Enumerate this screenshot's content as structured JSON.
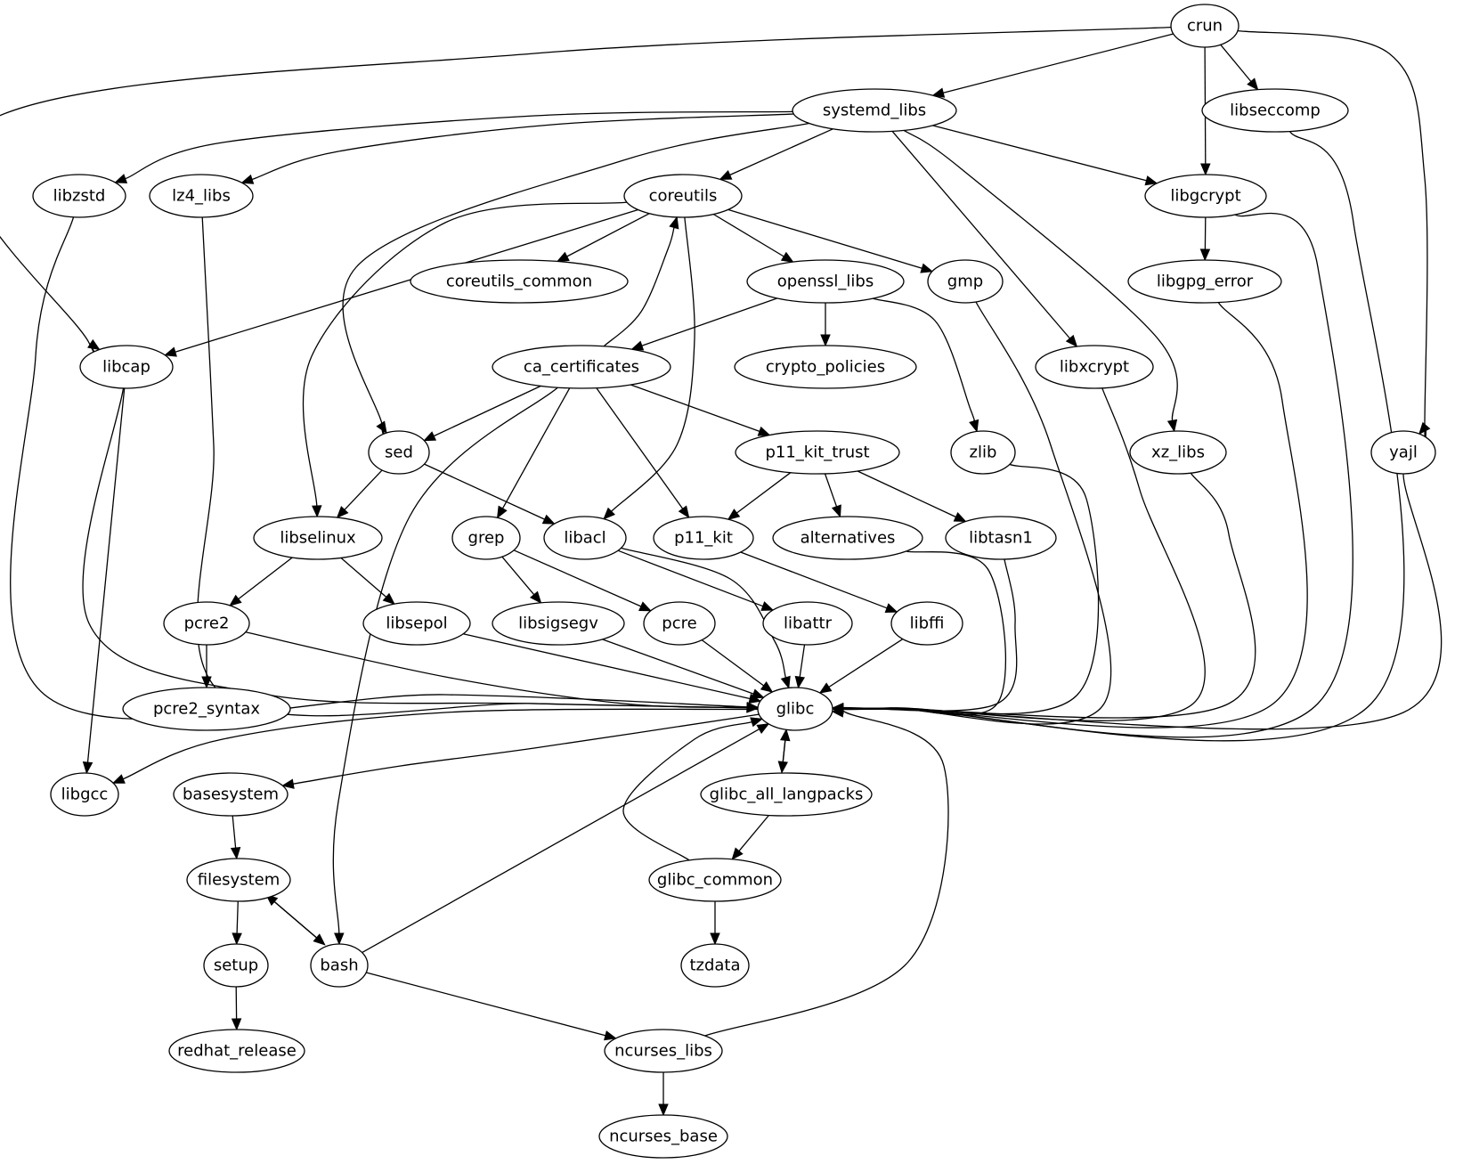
{
  "diagram": {
    "type": "directed-graph",
    "title": "",
    "nodes": [
      {
        "id": "crun",
        "label": "crun"
      },
      {
        "id": "systemd_libs",
        "label": "systemd_libs"
      },
      {
        "id": "libseccomp",
        "label": "libseccomp"
      },
      {
        "id": "libzstd",
        "label": "libzstd"
      },
      {
        "id": "lz4_libs",
        "label": "lz4_libs"
      },
      {
        "id": "coreutils",
        "label": "coreutils"
      },
      {
        "id": "libgcrypt",
        "label": "libgcrypt"
      },
      {
        "id": "coreutils_common",
        "label": "coreutils_common"
      },
      {
        "id": "openssl_libs",
        "label": "openssl_libs"
      },
      {
        "id": "gmp",
        "label": "gmp"
      },
      {
        "id": "libgpg_error",
        "label": "libgpg_error"
      },
      {
        "id": "libcap",
        "label": "libcap"
      },
      {
        "id": "ca_certificates",
        "label": "ca_certificates"
      },
      {
        "id": "crypto_policies",
        "label": "crypto_policies"
      },
      {
        "id": "libxcrypt",
        "label": "libxcrypt"
      },
      {
        "id": "sed",
        "label": "sed"
      },
      {
        "id": "p11_kit_trust",
        "label": "p11_kit_trust"
      },
      {
        "id": "zlib",
        "label": "zlib"
      },
      {
        "id": "xz_libs",
        "label": "xz_libs"
      },
      {
        "id": "yajl",
        "label": "yajl"
      },
      {
        "id": "libselinux",
        "label": "libselinux"
      },
      {
        "id": "grep",
        "label": "grep"
      },
      {
        "id": "libacl",
        "label": "libacl"
      },
      {
        "id": "p11_kit",
        "label": "p11_kit"
      },
      {
        "id": "alternatives",
        "label": "alternatives"
      },
      {
        "id": "libtasn1",
        "label": "libtasn1"
      },
      {
        "id": "pcre2",
        "label": "pcre2"
      },
      {
        "id": "libsepol",
        "label": "libsepol"
      },
      {
        "id": "libsigsegv",
        "label": "libsigsegv"
      },
      {
        "id": "pcre",
        "label": "pcre"
      },
      {
        "id": "libattr",
        "label": "libattr"
      },
      {
        "id": "libffi",
        "label": "libffi"
      },
      {
        "id": "pcre2_syntax",
        "label": "pcre2_syntax"
      },
      {
        "id": "glibc",
        "label": "glibc"
      },
      {
        "id": "libgcc",
        "label": "libgcc"
      },
      {
        "id": "basesystem",
        "label": "basesystem"
      },
      {
        "id": "glibc_all_langpacks",
        "label": "glibc_all_langpacks"
      },
      {
        "id": "filesystem",
        "label": "filesystem"
      },
      {
        "id": "glibc_common",
        "label": "glibc_common"
      },
      {
        "id": "setup",
        "label": "setup"
      },
      {
        "id": "bash",
        "label": "bash"
      },
      {
        "id": "tzdata",
        "label": "tzdata"
      },
      {
        "id": "redhat_release",
        "label": "redhat_release"
      },
      {
        "id": "ncurses_libs",
        "label": "ncurses_libs"
      },
      {
        "id": "ncurses_base",
        "label": "ncurses_base"
      }
    ],
    "edges": [
      {
        "from": "crun",
        "to": "systemd_libs"
      },
      {
        "from": "crun",
        "to": "libcap"
      },
      {
        "from": "crun",
        "to": "libgcrypt"
      },
      {
        "from": "crun",
        "to": "libseccomp"
      },
      {
        "from": "crun",
        "to": "yajl"
      },
      {
        "from": "systemd_libs",
        "to": "libzstd"
      },
      {
        "from": "systemd_libs",
        "to": "lz4_libs"
      },
      {
        "from": "systemd_libs",
        "to": "coreutils"
      },
      {
        "from": "systemd_libs",
        "to": "sed"
      },
      {
        "from": "systemd_libs",
        "to": "libgcrypt"
      },
      {
        "from": "systemd_libs",
        "to": "libxcrypt"
      },
      {
        "from": "systemd_libs",
        "to": "xz_libs"
      },
      {
        "from": "libseccomp",
        "to": "glibc"
      },
      {
        "from": "libzstd",
        "to": "glibc"
      },
      {
        "from": "lz4_libs",
        "to": "glibc"
      },
      {
        "from": "coreutils",
        "to": "libcap"
      },
      {
        "from": "coreutils",
        "to": "libselinux"
      },
      {
        "from": "coreutils",
        "to": "coreutils_common"
      },
      {
        "from": "coreutils",
        "to": "openssl_libs"
      },
      {
        "from": "coreutils",
        "to": "gmp"
      },
      {
        "from": "coreutils",
        "to": "libacl"
      },
      {
        "from": "libgcrypt",
        "to": "libgpg_error"
      },
      {
        "from": "libgcrypt",
        "to": "glibc"
      },
      {
        "from": "openssl_libs",
        "to": "ca_certificates"
      },
      {
        "from": "openssl_libs",
        "to": "crypto_policies"
      },
      {
        "from": "openssl_libs",
        "to": "zlib"
      },
      {
        "from": "gmp",
        "to": "glibc"
      },
      {
        "from": "libgpg_error",
        "to": "glibc"
      },
      {
        "from": "libcap",
        "to": "libgcc"
      },
      {
        "from": "libcap",
        "to": "glibc"
      },
      {
        "from": "ca_certificates",
        "to": "coreutils"
      },
      {
        "from": "ca_certificates",
        "to": "sed"
      },
      {
        "from": "ca_certificates",
        "to": "bash"
      },
      {
        "from": "ca_certificates",
        "to": "grep"
      },
      {
        "from": "ca_certificates",
        "to": "p11_kit"
      },
      {
        "from": "ca_certificates",
        "to": "p11_kit_trust"
      },
      {
        "from": "libxcrypt",
        "to": "glibc"
      },
      {
        "from": "sed",
        "to": "libselinux"
      },
      {
        "from": "sed",
        "to": "libacl"
      },
      {
        "from": "p11_kit_trust",
        "to": "p11_kit"
      },
      {
        "from": "p11_kit_trust",
        "to": "alternatives"
      },
      {
        "from": "p11_kit_trust",
        "to": "libtasn1"
      },
      {
        "from": "zlib",
        "to": "glibc"
      },
      {
        "from": "xz_libs",
        "to": "glibc"
      },
      {
        "from": "yajl",
        "to": "glibc"
      },
      {
        "from": "libselinux",
        "to": "pcre2"
      },
      {
        "from": "libselinux",
        "to": "libsepol"
      },
      {
        "from": "grep",
        "to": "libsigsegv"
      },
      {
        "from": "grep",
        "to": "pcre"
      },
      {
        "from": "libacl",
        "to": "libattr"
      },
      {
        "from": "libacl",
        "to": "glibc"
      },
      {
        "from": "p11_kit",
        "to": "libffi"
      },
      {
        "from": "alternatives",
        "to": "glibc"
      },
      {
        "from": "libtasn1",
        "to": "glibc"
      },
      {
        "from": "pcre2",
        "to": "pcre2_syntax"
      },
      {
        "from": "pcre2",
        "to": "glibc"
      },
      {
        "from": "libsepol",
        "to": "glibc"
      },
      {
        "from": "libsigsegv",
        "to": "glibc"
      },
      {
        "from": "pcre",
        "to": "glibc"
      },
      {
        "from": "libattr",
        "to": "glibc"
      },
      {
        "from": "libffi",
        "to": "glibc"
      },
      {
        "from": "glibc",
        "to": "libgcc"
      },
      {
        "from": "glibc",
        "to": "basesystem"
      },
      {
        "from": "glibc",
        "to": "glibc_all_langpacks"
      },
      {
        "from": "glibc_all_langpacks",
        "to": "glibc"
      },
      {
        "from": "glibc_all_langpacks",
        "to": "glibc_common"
      },
      {
        "from": "basesystem",
        "to": "filesystem"
      },
      {
        "from": "filesystem",
        "to": "setup"
      },
      {
        "from": "filesystem",
        "to": "bash"
      },
      {
        "from": "bash",
        "to": "filesystem"
      },
      {
        "from": "bash",
        "to": "glibc"
      },
      {
        "from": "bash",
        "to": "ncurses_libs"
      },
      {
        "from": "glibc_common",
        "to": "glibc"
      },
      {
        "from": "glibc_common",
        "to": "tzdata"
      },
      {
        "from": "setup",
        "to": "redhat_release"
      },
      {
        "from": "ncurses_libs",
        "to": "ncurses_base"
      },
      {
        "from": "ncurses_libs",
        "to": "glibc"
      }
    ]
  }
}
